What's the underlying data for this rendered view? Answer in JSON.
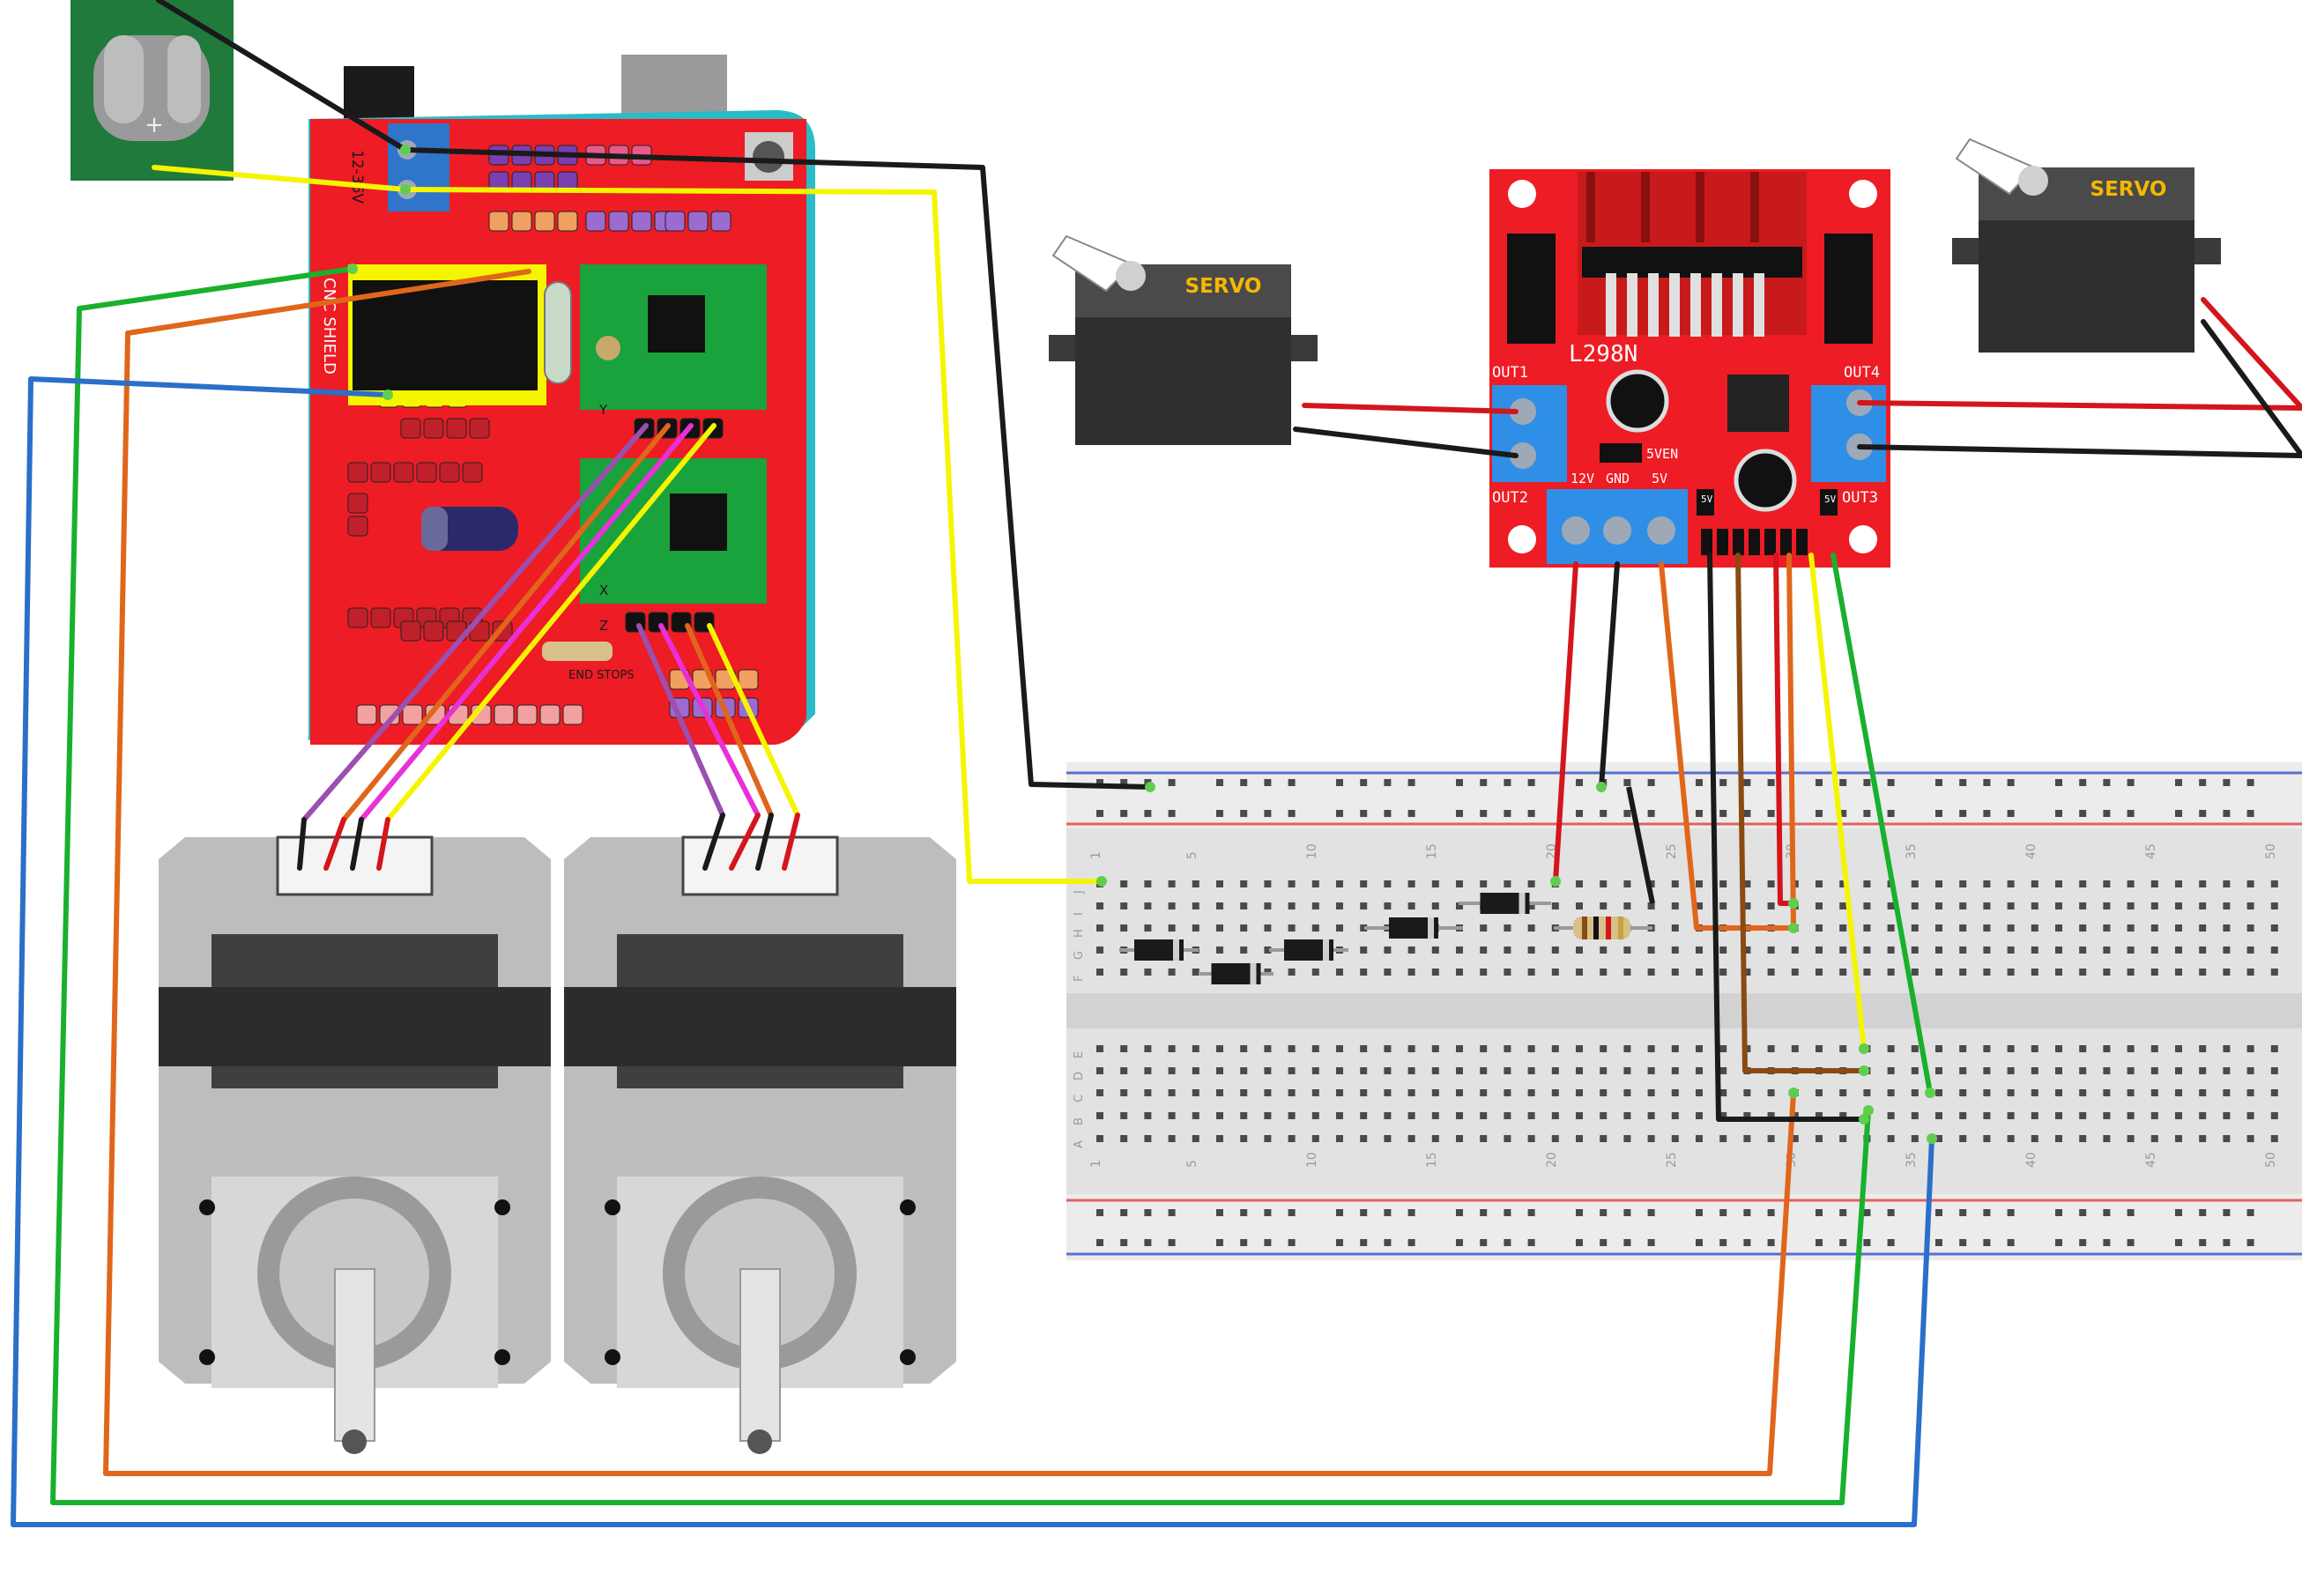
{
  "colors": {
    "board_red": "#ee1c24",
    "wire_black": "#1a1a1a",
    "wire_yellow": "#f5f500",
    "wire_green": "#19b02d",
    "wire_orange": "#e0661b",
    "wire_blue": "#2a6fc9",
    "wire_red": "#d4151b",
    "wire_brown": "#8a4a12",
    "wire_purple": "#9b4fb0",
    "wire_magenta": "#e830d9",
    "terminal_blue": "#2f8fe6",
    "driver_green": "#1aa23c",
    "motor_gray": "#b8b8b8"
  },
  "shield": {
    "label_cnc": "CNC SHIELD",
    "label_power": "12-36V",
    "axis_x": "X",
    "axis_y": "Y",
    "axis_z": "Z",
    "label_end_stops": "END STOPS"
  },
  "l298n": {
    "title": "L298N",
    "out1": "OUT1",
    "out2": "OUT2",
    "out3": "OUT3",
    "out4": "OUT4",
    "v12": "12V",
    "gnd": "GND",
    "v5": "5V",
    "fiveven": "5VEN",
    "pin_5v": "5V"
  },
  "servo_left": {
    "label": "SERVO"
  },
  "servo_right": {
    "label": "SERVO"
  },
  "battery": {
    "plus": "+"
  },
  "breadboard": {
    "col_numbers": [
      "1",
      "5",
      "10",
      "15",
      "20",
      "25",
      "30",
      "35",
      "40",
      "45",
      "50"
    ],
    "rows_top": [
      "J",
      "I",
      "H",
      "G",
      "F"
    ],
    "rows_bottom": [
      "E",
      "D",
      "C",
      "B",
      "A"
    ]
  }
}
